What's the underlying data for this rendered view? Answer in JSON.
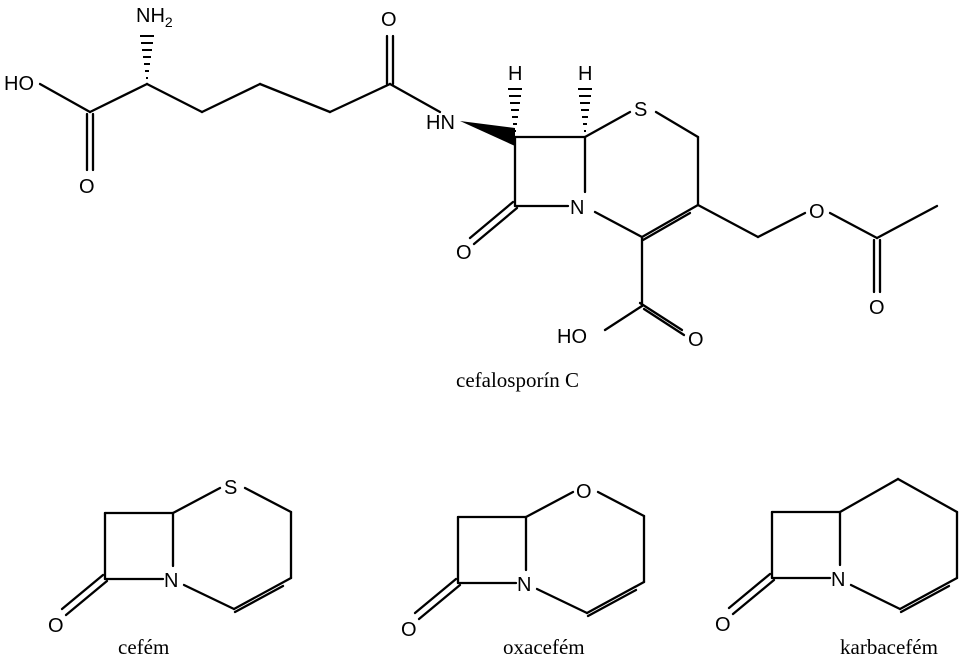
{
  "molecules": {
    "cephalosporin_c": {
      "name": "cefalosporín C",
      "atoms": {
        "nh2": "NH",
        "nh2_sub": "2",
        "ho_left": "HO",
        "o_acid_left": "O",
        "o_amide": "O",
        "hn": "HN",
        "h_left": "H",
        "h_right": "H",
        "s": "S",
        "n": "N",
        "o_lactam": "O",
        "o_ester": "O",
        "o_acetyl": "O",
        "ho_bottom": "HO",
        "o_acid_bottom": "O"
      }
    },
    "cephem": {
      "name": "cefém",
      "atoms": {
        "heteroatom": "S",
        "n": "N",
        "o": "O"
      }
    },
    "oxacephem": {
      "name": "oxacefém",
      "atoms": {
        "heteroatom": "O",
        "n": "N",
        "o": "O"
      }
    },
    "carbacephem": {
      "name": "karbacefém",
      "atoms": {
        "n": "N",
        "o": "O"
      }
    }
  }
}
